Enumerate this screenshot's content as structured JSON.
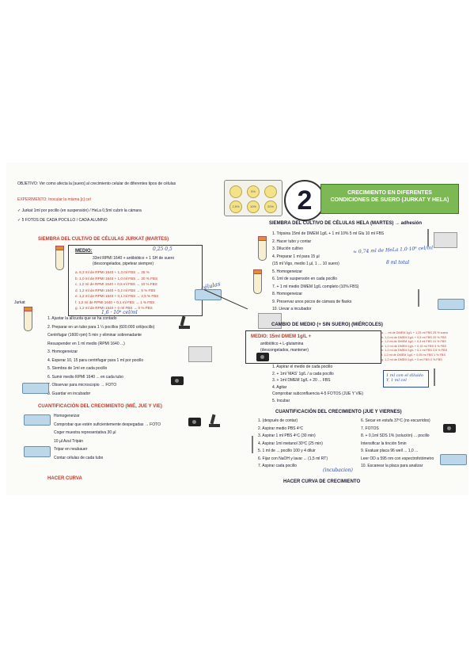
{
  "header": {
    "number": "2",
    "title_line1": "CRECIMIENTO EN DIFERENTES",
    "title_line2": "CONDICIONES DE SUERO (JURKAT Y HELA)"
  },
  "plate": {
    "wells": [
      "",
      "5%",
      "",
      "2,5%",
      "10%",
      "20%"
    ]
  },
  "intro": {
    "objetivo": "OBJETIVO: Ver como afecta la [suero] al crecimiento celular de diferentes tipos de células",
    "experimento": "EXPERIMENTO: Inocular la misma [c] cel",
    "check1": "Jurkat 1ml por pocillo (en suspensión) / HeLa 0,5ml cubrir la cámara",
    "check2": "5 FOTOS DE CADA POCILLO / CADA ALUMNO"
  },
  "jurkat": {
    "title": "SIEMBRA DEL CULTIVO DE CÉLULAS JURKAT (MARTES)",
    "medio_label": "MEDIO:",
    "medio_hand": "0,25   0,5",
    "medio_line": "33ml RPMI 1640 + antibiótico + 1 SH de suero",
    "medio_line2": "(descongelados, pipetear siempre)",
    "dilutions": [
      "a. 6,3 ml de RPMI 1640 + 1,3 ml FBS  → 25 %",
      "b. 1,0 ml de RPMI 1640 + 1,0 ml FBS  → 20 % FBS",
      "c. 1,2 ml de RPMI 1640 + 0,5 ml FBS  → 10 % FBS",
      "d. 1,2 ml de RPMI 1640 + 0,2 ml FBS  → 5 % FBS",
      "e. 1,2 ml de RPMI 1640 + 0,1 ml FBS  → 2,5 % FBS",
      "f. 1,2 ml de RPMI 1640 + 0,1 ml FBS  → 1 % FBS",
      "g. 1,2 ml de RPMI 1640 + 0 ml FBS  → 0 % FBS"
    ],
    "cells_hand": "células",
    "hand_mid": "1,6 · 10⁶ cel/ml",
    "steps": [
      "1. Ajustar la alícuota que se ha contado",
      "2. Preparar en un tubo para 1 ¼ pocillos (600.000 cél/pocillo)",
      "   Centrifugar (1600 rpm) 5 min y eliminar sobrenadante",
      "   Resuspender en 1 ml medio (RPMI 1640 ...)",
      "3. Homogeneizar",
      "4. Esperar 10, 15 para centrifugar para 1 ml por pocillo",
      "5. Siembra de 1ml en cada pocillo",
      "6. Sumir medio RPMI 1640 ... en cada tubo",
      "7. Observar para microscopio → FOTO",
      "8. Guardar en incubador"
    ],
    "cuant_title": "CUANTIFICACIÓN DEL CRECIMIENTO (MIÉ, JUE Y VIE)",
    "cuant_steps": [
      "Homogeneizar",
      "Comprobar que estén suficientemente despegadas → FOTO",
      "Coger muestra representativa 30 µl",
      "10 µl Azul Tripán",
      "Tripar en neubauer",
      "Contar células de cada tubo"
    ],
    "hacer_curva": "HACER CURVA"
  },
  "hela": {
    "title": "SIEMBRA DEL CULTIVO DE CÉLULAS HELA (MARTES) → adhesión",
    "steps": [
      "1. Tripsina 15ml de DMEM 1g/L + 1 ml 10% 5 ml Glu 10 ml FBS",
      "2. Hacer tubo y contar",
      "3. Dilución cultivo",
      "4. Preparar 1 ml para 15 µl",
      "   (15 ml Vigo, medio 1 µl, 1 ... 10 suero)",
      "5. Homogeneizar",
      "6. 1ml de suspensión en cada pocillo",
      "7. + 1 ml medio DMEM 1g/L completo (10% FBS)",
      "8. Homogeneizar",
      "9. Preservar unos pocos de cámara de flasks",
      "10. Llevar a incubador"
    ],
    "hand_right1": "≈ 0,74 ml de HeLa 1,0·10⁶ cel/ml",
    "hand_right2": "8 ml total",
    "cambio_title": "CAMBIO DE MEDIO (+ SIN SUERO) (MIÉRCOLES)",
    "medio2_label": "MEDIO: 15ml DMEM 1g/L +",
    "medio2_line2": "antibiótico + L-glutamina",
    "medio2_line3": "(descongelados, mantener)",
    "dilutions2": [
      "a. ... ml de DMEM 1g/L + 1,25 ml FBS  25 % suero",
      "b. 1,0 ml de DMEM 1g/L + 0,5 ml FBS  20 % FBS",
      "c. 1,2 ml de DMEM 1g/L + 0,3 ml FBS  10 % FBS",
      "d. 1,2 ml de DMEM 1g/L + 0,15 ml FBS  5 % FBS",
      "e. 1,2 ml de DMEM 1g/L + 0,1 ml FBS  2,5 % FBS",
      "f. 1,2 ml de DMEM 1g/L + 0,05 ml FBS  1 % FBS",
      "g. 1,2 ml de DMEM 1g/L + 0 ml FBS  0 % FBS"
    ],
    "cambio_steps": [
      "1. Aspirar el medio de cada pocillo",
      "2. + 1ml 'MAS' 1g/L / a cada pocillo",
      "3. + 1ml DMEM 1g/L + 20 ... FBS",
      "4. Agitar",
      "   Comprobar subconfluencia 4-5 FOTOS (JUE Y VIE)",
      "5. Incubar"
    ],
    "hand_box": "1 ml con el diluido Y, 1 ml cel",
    "cuant_title": "CUANTIFICACIÓN DEL CRECIMIENTO (JUE Y VIERNES)",
    "cuant_left": [
      "1. (después de contar)",
      "2. Aspirar medio PBS 4ºC",
      "3. Aspirar 1 ml PBS 4ºC (30 min)",
      "4. Aspirar 1ml metanol 30ºC (25 min)",
      "5. 1 ml de ... pocillo 100 y 4 diluir",
      "6. Fijar con NaOH y lavar ... (1,5 ml RT)",
      "7. Aspirar cada pocillo"
    ],
    "cuant_right": [
      "6. Secar en estufa 37ºC (no escurridos)",
      "7. FOTOS",
      "8. + 0,1ml SDS 1% (solución) ... pocillo",
      "   Intensificar la tinción 5min",
      "9. Evaluar placa 96 well ... 1,0 ...",
      "   Leer OD a 595 nm con espectrofotómetro",
      "10. Escanear la placa para analizar"
    ],
    "hand_bottom": "(incubacion)",
    "hacer_curva": "HACER CURVA DE CRECIMIENTO"
  },
  "colors": {
    "header_green": "#7cb954",
    "tube_cap": "#e58c2e",
    "title_red": "#c0392b",
    "ink_blue": "#2a4aa8"
  }
}
